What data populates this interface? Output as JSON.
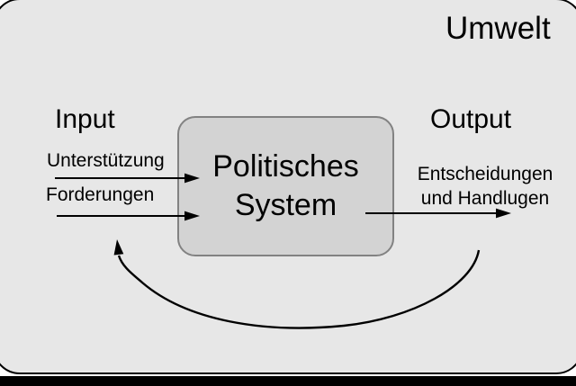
{
  "diagram": {
    "environment_label": "Umwelt",
    "input_label": "Input",
    "output_label": "Output",
    "system_box": {
      "line1": "Politisches",
      "line2": "System"
    },
    "input_arrows": [
      {
        "label": "Unterstützung"
      },
      {
        "label": "Forderungen"
      }
    ],
    "output_arrow": {
      "label_line1": "Entscheidungen",
      "label_line2": "und Handlugen"
    },
    "colors": {
      "panel_bg": "#e7e7e7",
      "box_bg": "#d3d3d3",
      "box_border": "#828282",
      "line": "#000000",
      "bottom_bar": "#000000"
    }
  }
}
